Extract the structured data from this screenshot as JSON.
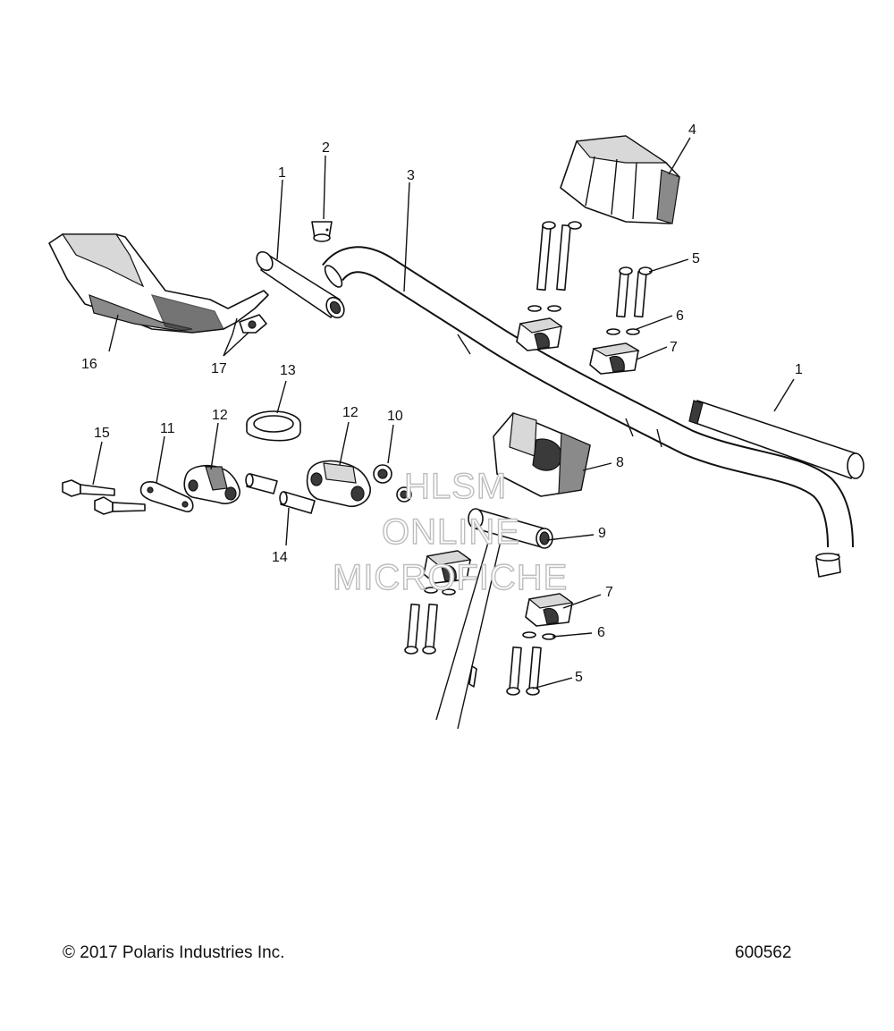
{
  "diagram": {
    "callouts": {
      "c1a": "1",
      "c2": "2",
      "c3": "3",
      "c4": "4",
      "c5a": "5",
      "c6a": "6",
      "c7a": "7",
      "c16": "16",
      "c17": "17",
      "c13": "13",
      "c12a": "12",
      "c12b": "12",
      "c10": "10",
      "c15": "15",
      "c11": "11",
      "c14": "14",
      "c1b": "1",
      "c8": "8",
      "c9": "9",
      "c7b": "7",
      "c6b": "6",
      "c5b": "5"
    },
    "watermark": {
      "line1": "HLSM",
      "line2": "ONLINE",
      "line3": "MICROFICHE"
    }
  },
  "footer": {
    "copyright": "© 2017 Polaris Industries Inc.",
    "drawing_number": "600562"
  }
}
